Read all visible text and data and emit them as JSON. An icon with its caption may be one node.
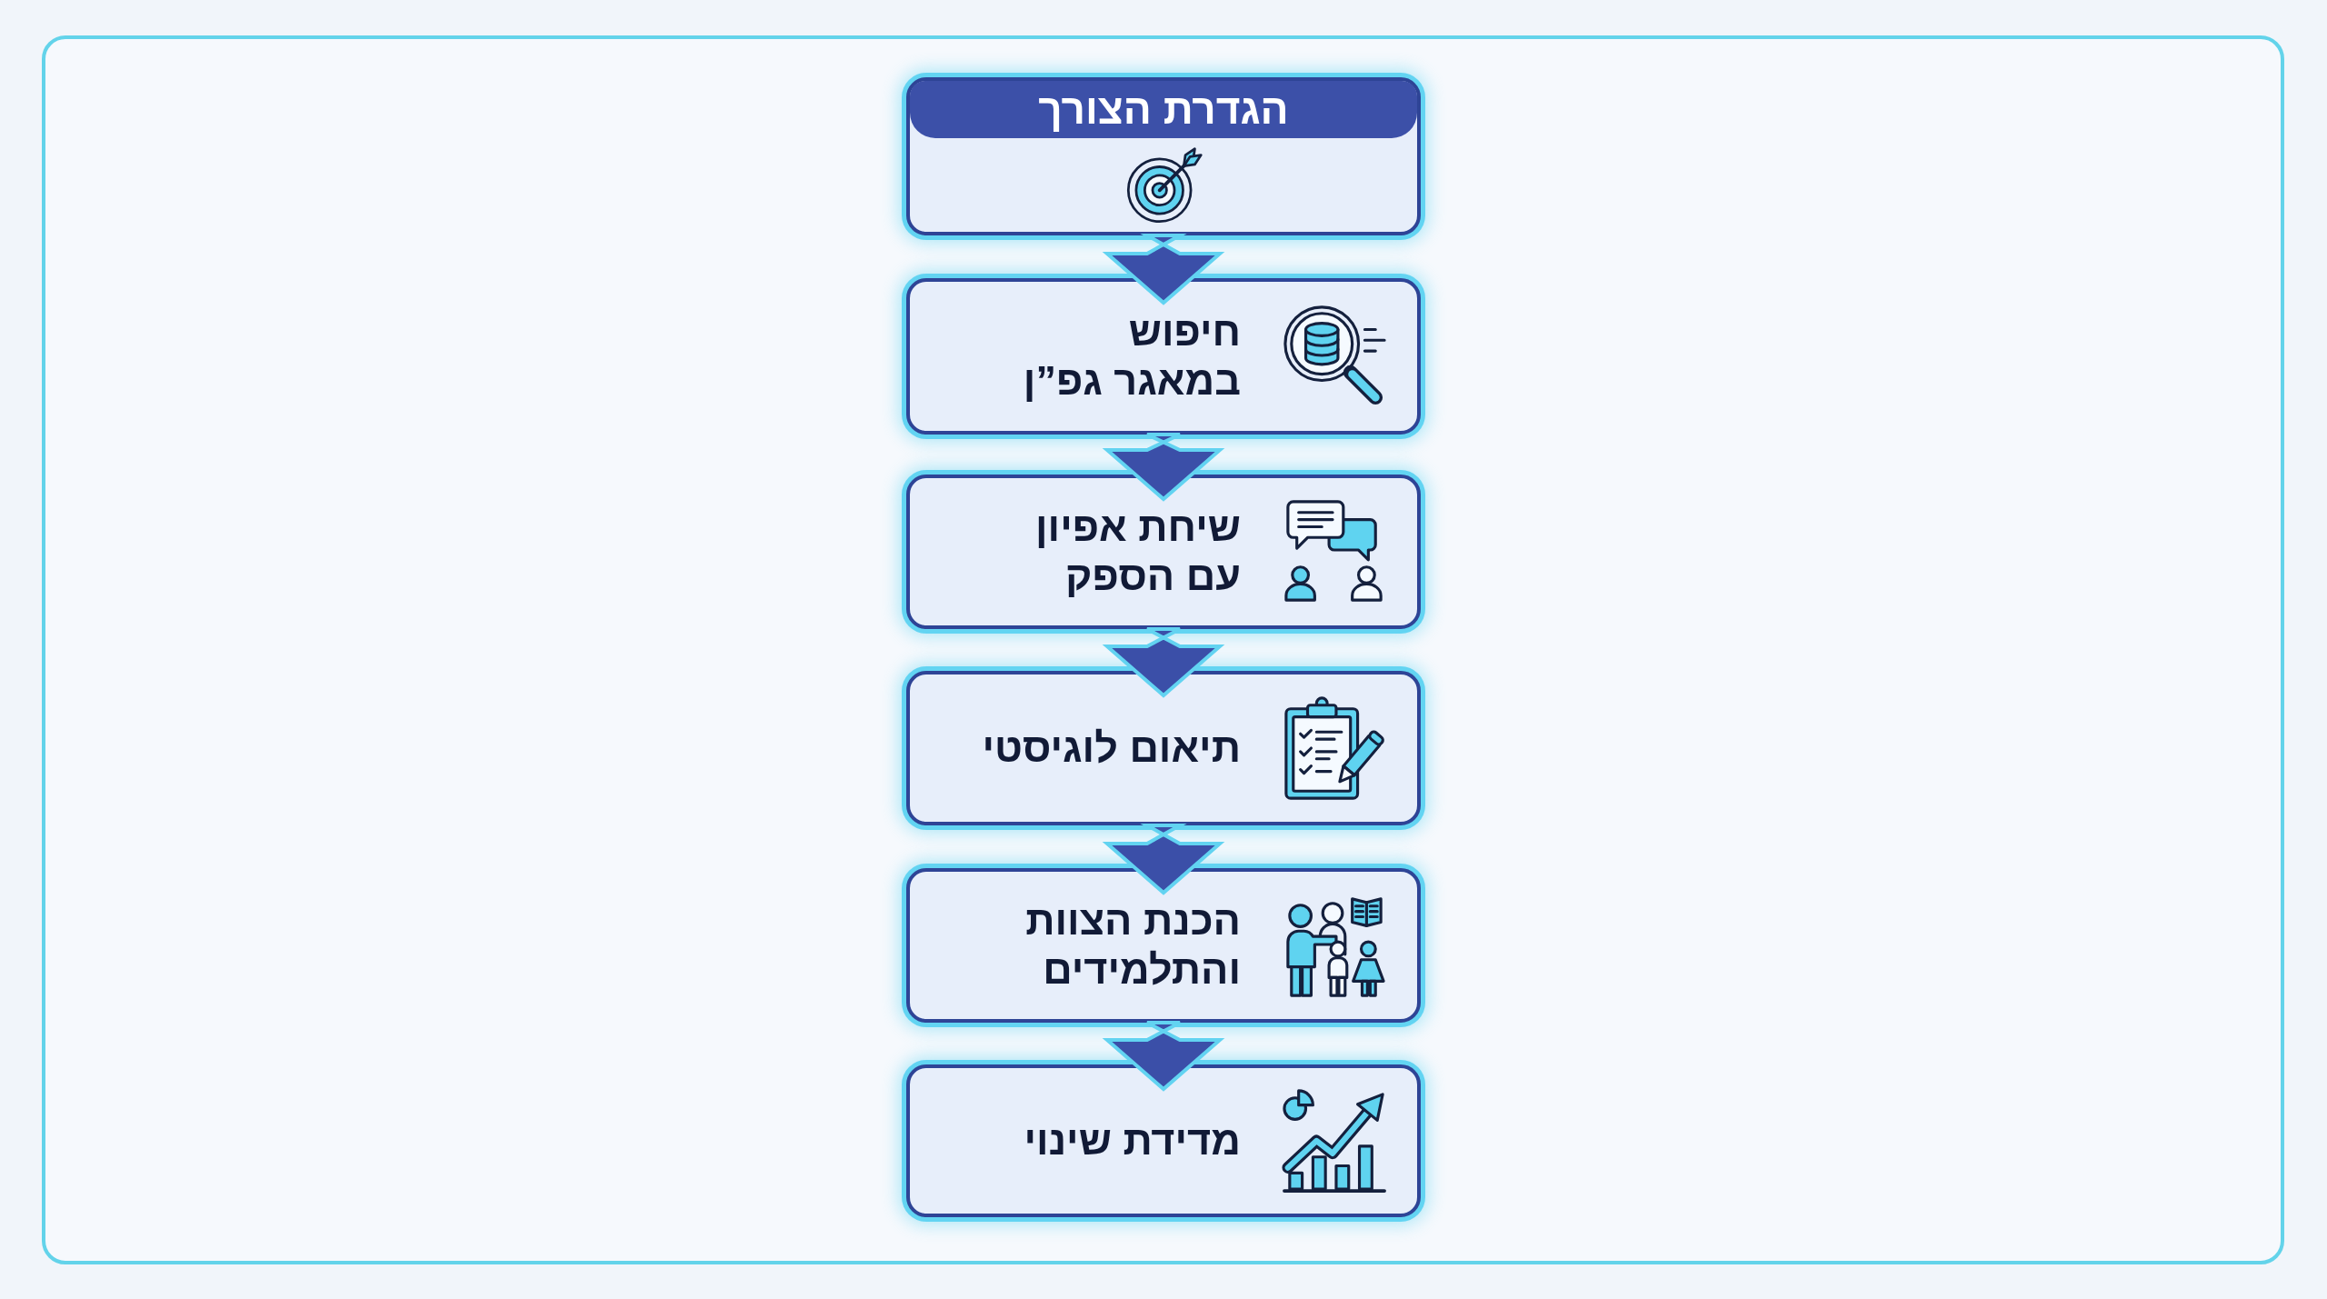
{
  "diagram": {
    "nodes": [
      {
        "text": [
          "הגדרת הצורך"
        ]
      },
      {
        "text": [
          "חיפוש במאגר גפ”ן"
        ]
      },
      {
        "text": [
          "שיחת אפיון עם הספק"
        ]
      },
      {
        "text": [
          "תיאום לוגיסטי"
        ]
      },
      {
        "text": [
          "הכנת הצוות והתלמידים"
        ]
      },
      {
        "text": [
          "מדידת שינוי"
        ]
      }
    ],
    "edges": [
      {
        "from": 0,
        "to": 1,
        "arrow": "to"
      },
      {
        "from": 1,
        "to": 2,
        "arrow": "to"
      },
      {
        "from": 2,
        "to": 3,
        "arrow": "to"
      },
      {
        "from": 3,
        "to": 4,
        "arrow": "to"
      },
      {
        "from": 4,
        "to": 5,
        "arrow": "to"
      }
    ]
  }
}
